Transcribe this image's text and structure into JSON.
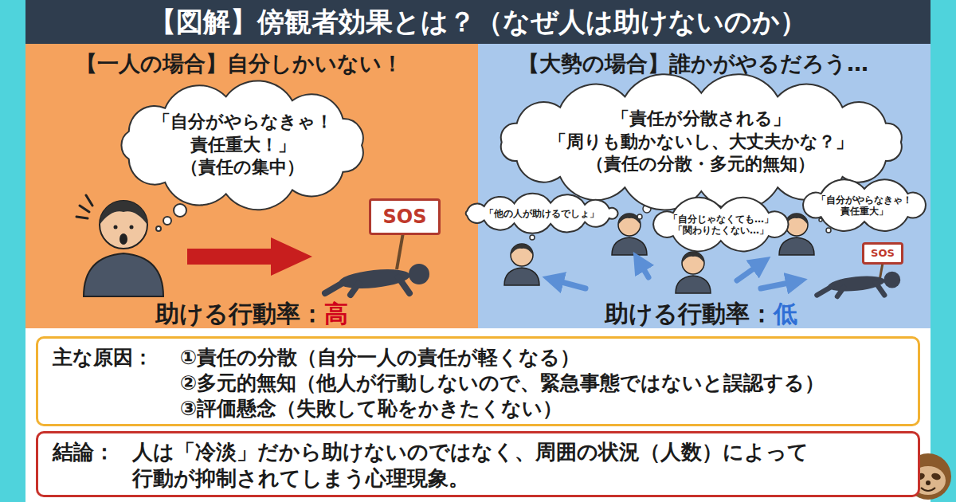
{
  "diagram": {
    "title": "【図解】傍観者効果とは？（なぜ人は助けないのか）",
    "nodes": [
      {
        "text": [
          "【一人の場合】自分しかいない！",
          "助ける行動率：",
          "高"
        ]
      },
      {
        "text": [
          "「自分がやらなきゃ！",
          "責任重大！」",
          "（責任の集中）"
        ],
        "in": 0
      },
      {
        "text": [
          "SOS"
        ],
        "in": 0
      },
      {
        "text": [
          "【大勢の場合】誰かがやるだろう…",
          "助ける行動率：",
          "低"
        ]
      },
      {
        "text": [
          "「責任が分散される」",
          "「周りも動かないし、大丈夫かな？」",
          "（責任の分散・多元的無知）"
        ],
        "in": 3
      },
      {
        "text": [
          "「他の人が助けるでしょ」"
        ],
        "in": 3
      },
      {
        "text": [
          "「自分じゃなくても…」",
          "「関わりたくない…」"
        ],
        "in": 3
      },
      {
        "text": [
          "「自分がやらなきゃ！",
          "責任重大」"
        ],
        "in": 3
      },
      {
        "text": [
          "SOS"
        ],
        "in": 3
      },
      {
        "text": [
          "主な原因：",
          "①責任の分散（自分一人の責任が軽くなる）",
          "②多元的無知（他人が行動しないので、緊急事態ではないと誤認する）",
          "③評価懸念（失敗して恥をかきたくない）"
        ]
      },
      {
        "text": [
          "結論：",
          "人は「冷淡」だから助けないのではなく、周囲の状況（人数）によって",
          "行動が抑制されてしまう心理現象。"
        ]
      }
    ]
  }
}
